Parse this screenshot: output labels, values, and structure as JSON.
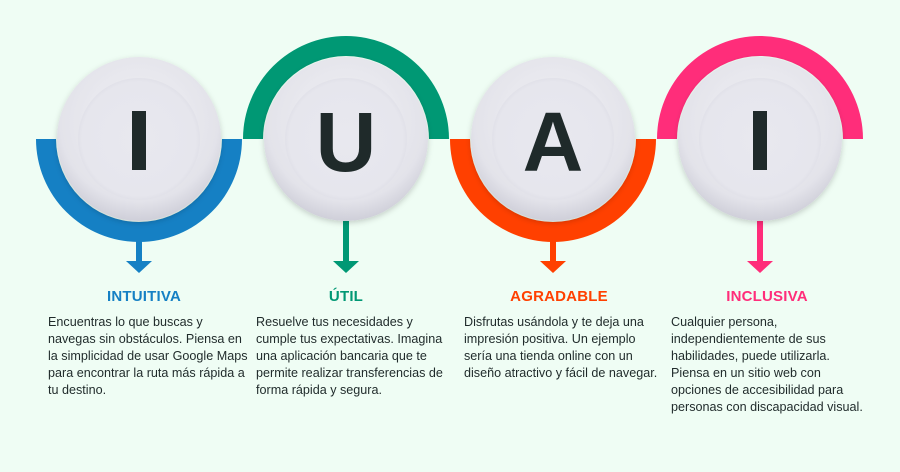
{
  "background": "#effdf4",
  "steps": [
    {
      "letter": "I",
      "title": "INTUITIVA",
      "color": "#1580c4",
      "arc": "bottom",
      "description": "Encuentras lo que buscas y navegas sin obstáculos. Piensa en la simplicidad de usar Google Maps para encontrar la ruta más rápida a tu destino."
    },
    {
      "letter": "U",
      "title": "ÚTIL",
      "color": "#009874",
      "arc": "top",
      "description": "Resuelve tus necesidades y cumple tus expectativas. Imagina una aplicación bancaria que te permite realizar transferencias de forma rápida y segura."
    },
    {
      "letter": "A",
      "title": "AGRADABLE",
      "color": "#ff4000",
      "arc": "bottom",
      "description": "Disfrutas usándola y te deja una impresión positiva. Un ejemplo sería una tienda online con un diseño atractivo y fácil de navegar."
    },
    {
      "letter": "I",
      "title": "INCLUSIVA",
      "color": "#ff2d7a",
      "arc": "top",
      "description": "Cualquier persona, independientemente de sus habilidades, puede utilizarla. Piensa en un sitio web con opciones de accesibilidad para personas con discapacidad visual."
    }
  ]
}
